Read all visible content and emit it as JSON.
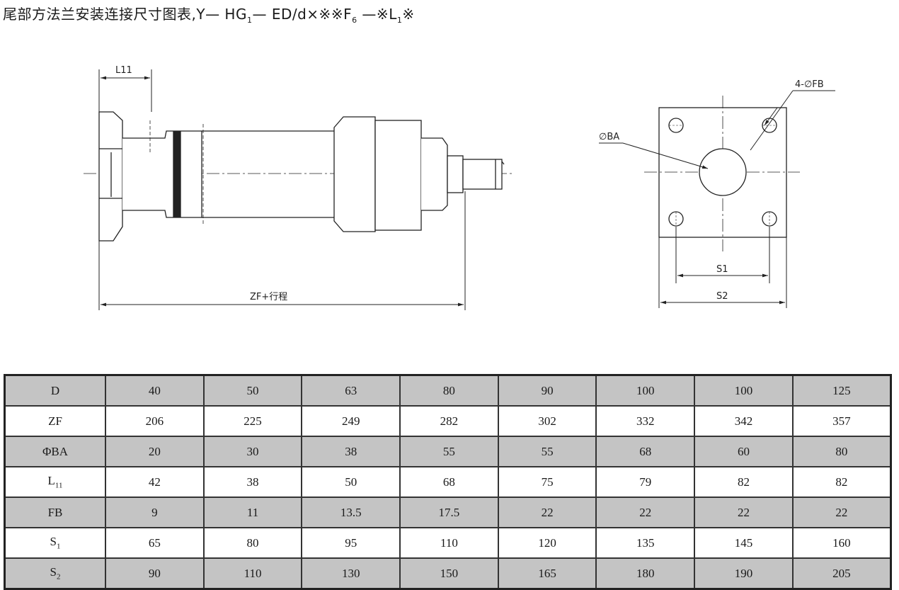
{
  "title": {
    "prefix": "尾部方法兰安装连接尺寸图表,Y— HG",
    "sub1": "1",
    "middle": "— ED/d×※※F",
    "sub2": "6",
    "middle2": " —※L",
    "sub3": "1",
    "suffix": "※"
  },
  "drawing": {
    "side_view": {
      "l11_label": "L11",
      "zf_label": "ZF+行程"
    },
    "end_view": {
      "fb_label": "4-∅FB",
      "ba_label": "∅BA",
      "s1_label": "S1",
      "s2_label": "S2"
    }
  },
  "table": {
    "rows": [
      {
        "label": "D",
        "sub": "",
        "values": [
          "40",
          "50",
          "63",
          "80",
          "90",
          "100",
          "100",
          "125"
        ]
      },
      {
        "label": "ZF",
        "sub": "",
        "values": [
          "206",
          "225",
          "249",
          "282",
          "302",
          "332",
          "342",
          "357"
        ]
      },
      {
        "label": "ΦBA",
        "sub": "",
        "values": [
          "20",
          "30",
          "38",
          "55",
          "55",
          "68",
          "60",
          "80"
        ]
      },
      {
        "label": "L",
        "sub": "11",
        "values": [
          "42",
          "38",
          "50",
          "68",
          "75",
          "79",
          "82",
          "82"
        ]
      },
      {
        "label": "FB",
        "sub": "",
        "values": [
          "9",
          "11",
          "13.5",
          "17.5",
          "22",
          "22",
          "22",
          "22"
        ]
      },
      {
        "label": "S",
        "sub": "1",
        "values": [
          "65",
          "80",
          "95",
          "110",
          "120",
          "135",
          "145",
          "160"
        ]
      },
      {
        "label": "S",
        "sub": "2",
        "values": [
          "90",
          "110",
          "130",
          "150",
          "165",
          "180",
          "190",
          "205"
        ]
      }
    ]
  }
}
